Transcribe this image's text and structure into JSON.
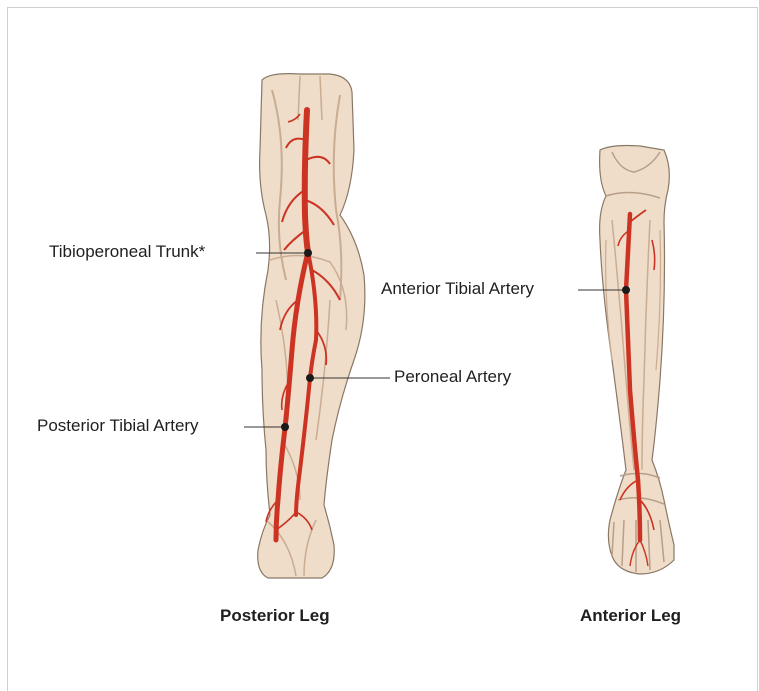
{
  "labels": {
    "tibioperoneal_trunk": "Tibioperoneal Trunk*",
    "anterior_tibial_artery": "Anterior Tibial Artery",
    "peroneal_artery": "Peroneal Artery",
    "posterior_tibial_artery": "Posterior Tibial Artery"
  },
  "captions": {
    "posterior": "Posterior Leg",
    "anterior": "Anterior Leg"
  },
  "colors": {
    "skin": "#efdcc9",
    "skin_shadow": "#d8bfa6",
    "outline": "#8a7866",
    "artery": "#cc3322",
    "marker": "#1a1a1a"
  }
}
